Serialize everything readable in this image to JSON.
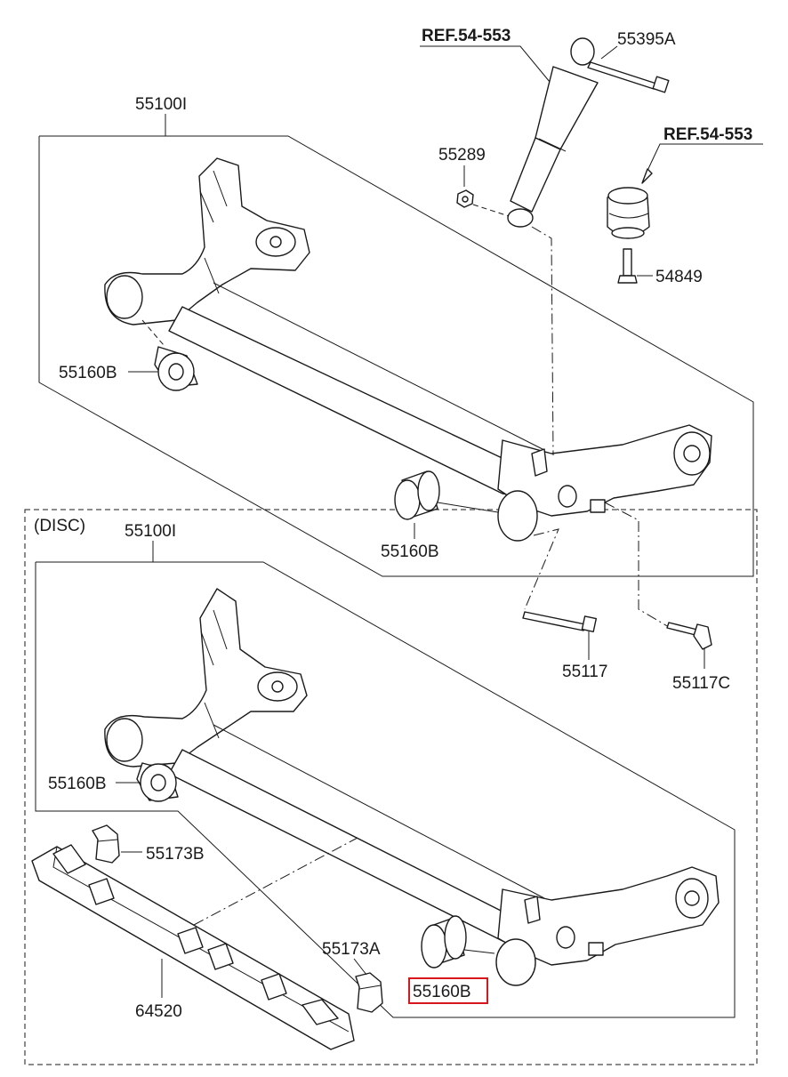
{
  "labels": {
    "ref_upper_left": "REF.54-553",
    "bolt_55395a": "55395A",
    "ref_upper_right": "REF.54-553",
    "axle_top": "55100I",
    "nut_55289": "55289",
    "bolt_54849": "54849",
    "bush_top_left": "55160B",
    "bush_top_right": "55160B",
    "bolt_55117": "55117",
    "bolt_55117c": "55117C",
    "disc_note": "(DISC)",
    "axle_bottom": "55100I",
    "bush_bottom_left": "55160B",
    "bracket_55173b": "55173B",
    "bracket_55173a": "55173A",
    "cover_64520": "64520",
    "bush_bottom_highlighted": "55160B"
  },
  "highlight_color": "#d9161c"
}
